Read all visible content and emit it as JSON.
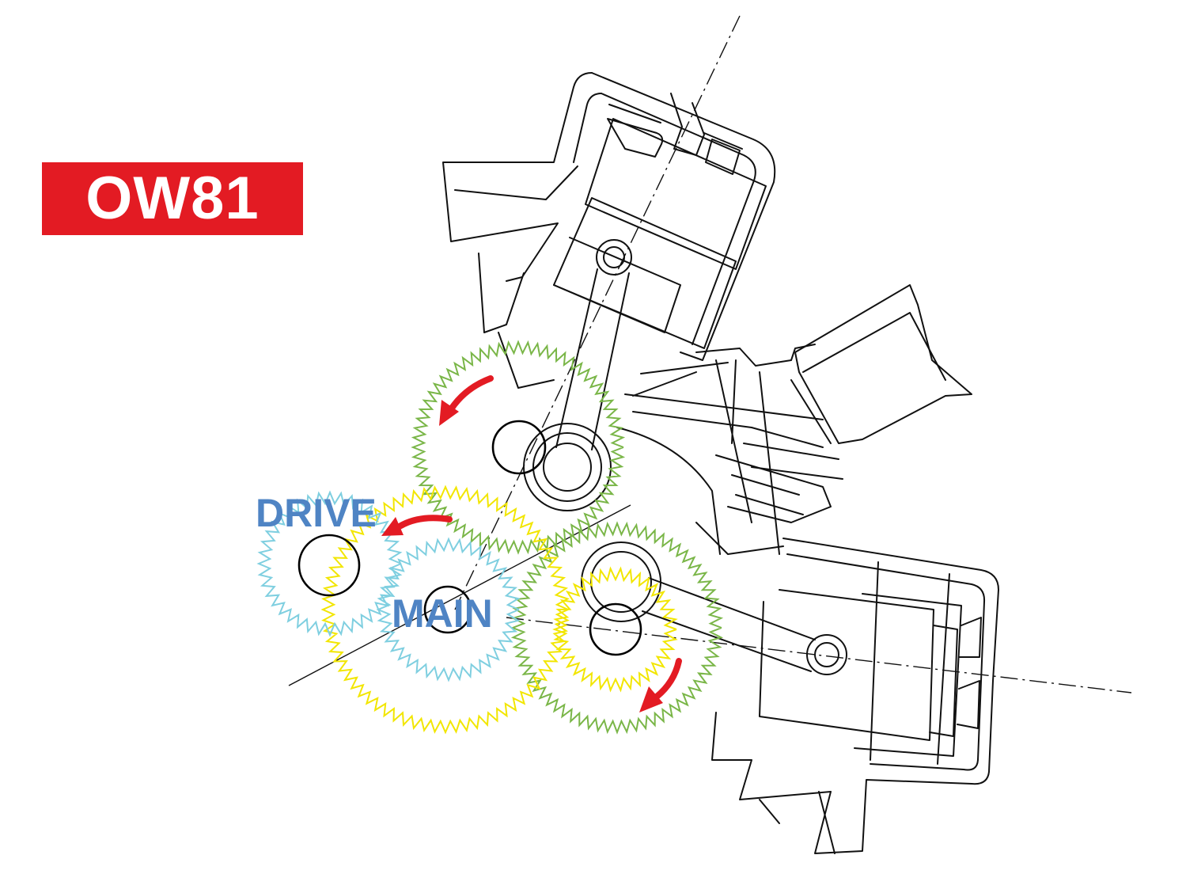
{
  "badge": {
    "text": "OW81",
    "color": "#e31b23"
  },
  "labels": {
    "drive": "DRIVE",
    "main": "MAIN",
    "color": "#4f84c4"
  },
  "gear_colors": {
    "crank_gears": "#7ab648",
    "intermediate_gears": "#f2e600",
    "main_drive_gears": "#7fcfe0"
  },
  "arrow_color": "#e31b23",
  "icons": [
    "rotation-arrow-icon"
  ]
}
